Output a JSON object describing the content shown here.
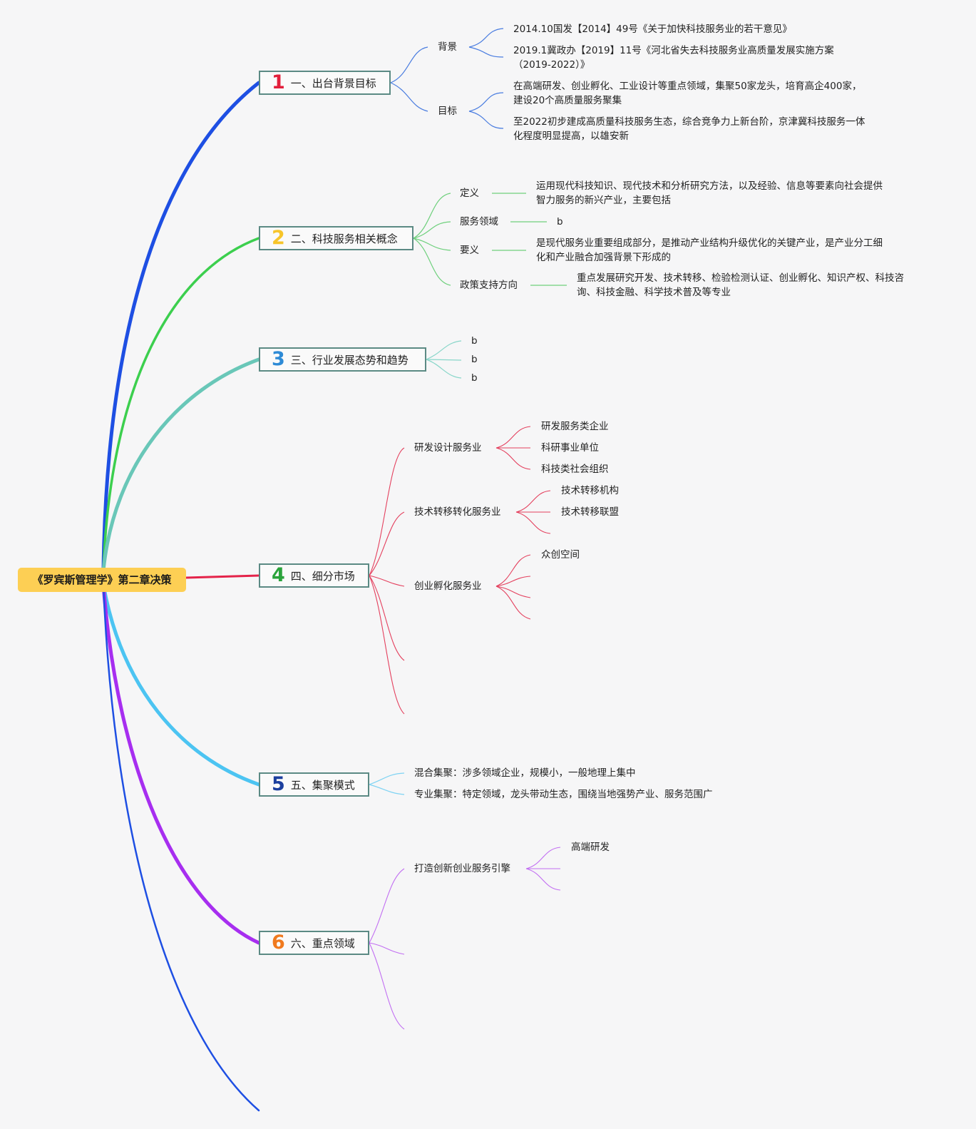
{
  "root": {
    "label": "《罗宾斯管理学》第二章决策",
    "color": "#fdcf54"
  },
  "branches": [
    {
      "num": "1",
      "label": "一、出台背景目标",
      "color": "#1e4fe3"
    },
    {
      "num": "2",
      "label": "二、科技服务相关概念",
      "color": "#f7c52a"
    },
    {
      "num": "3",
      "label": "三、行业发展态势和趋势",
      "color": "#2e8bd6"
    },
    {
      "num": "4",
      "label": "四、细分市场",
      "color": "#2aa33b"
    },
    {
      "num": "5",
      "label": "五、集聚模式",
      "color": "#1c3f9e"
    },
    {
      "num": "6",
      "label": "六、重点领域",
      "color": "#f07a1e"
    }
  ],
  "b1": {
    "bg": "背景",
    "bg_items": [
      "2014.10国发【2014】49号《关于加快科技服务业的若干意见》",
      "2019.1冀政办【2019】11号《河北省失去科技服务业高质量发展实施方案（2019-2022）》"
    ],
    "goal": "目标",
    "goal_items": [
      "在高端研发、创业孵化、工业设计等重点领域，集聚50家龙头，培育高企400家，建设20个高质量服务聚集",
      "至2022初步建成高质量科技服务生态，综合竞争力上新台阶，京津冀科技服务一体化程度明显提高，以雄安新"
    ]
  },
  "b2": {
    "items": [
      {
        "label": "定义",
        "value": "运用现代科技知识、现代技术和分析研究方法，以及经验、信息等要素向社会提供智力服务的新兴产业，主要包括"
      },
      {
        "label": "服务领域",
        "value": "b"
      },
      {
        "label": "要义",
        "value": "是现代服务业重要组成部分，是推动产业结构升级优化的关键产业，是产业分工细化和产业融合加强背景下形成的"
      },
      {
        "label": "政策支持方向",
        "value": "重点发展研究开发、技术转移、检验检测认证、创业孵化、知识产权、科技咨询、科技金融、科学技术普及等专业"
      }
    ]
  },
  "b3": {
    "items": [
      "b",
      "b",
      "b"
    ]
  },
  "b4": {
    "groups": [
      {
        "label": "研发设计服务业",
        "items": [
          "研发服务类企业",
          "科研事业单位",
          "科技类社会组织"
        ]
      },
      {
        "label": "技术转移转化服务业",
        "items": [
          "技术转移机构",
          "技术转移联盟"
        ]
      },
      {
        "label": "创业孵化服务业",
        "items": [
          "众创空间"
        ]
      }
    ]
  },
  "b5": {
    "items": [
      "混合集聚：涉多领域企业，规模小，一般地理上集中",
      "专业集聚：特定领域，龙头带动生态，围绕当地强势产业、服务范围广"
    ]
  },
  "b6": {
    "group": {
      "label": "打造创新创业服务引擎",
      "items": [
        "高端研发"
      ]
    }
  }
}
